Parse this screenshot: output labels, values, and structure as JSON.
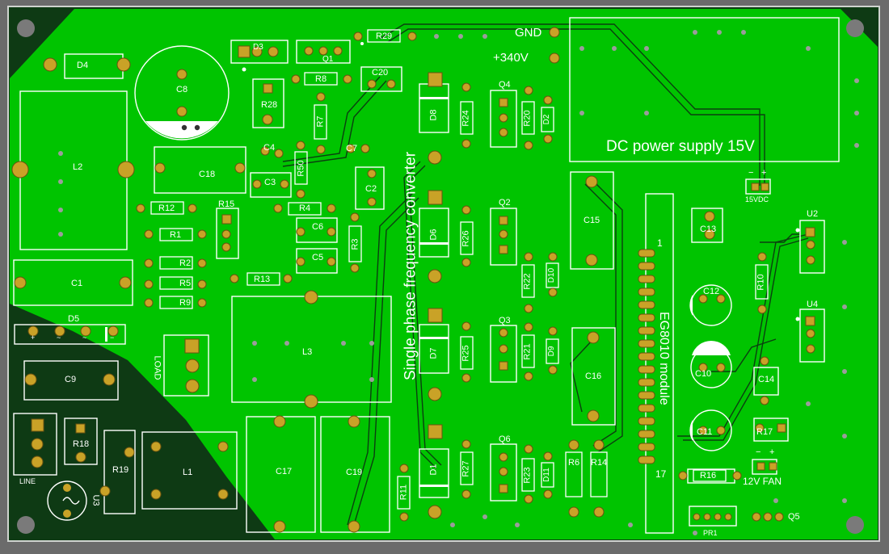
{
  "colors": {
    "board_bg": "#6b6b6b",
    "copper_pour": "#00c400",
    "substrate_dark": "#0e3a14",
    "silkscreen": "#ffffff",
    "pad_gold": "#c9a227",
    "mount_hole": "#7a7a7a"
  },
  "titles": {
    "converter": "Single phase frequency converter",
    "dc_supply": "DC power supply 15V",
    "module": "EG8010 module",
    "module_pin1": "1",
    "module_pin17": "17"
  },
  "nets": {
    "gnd": "GND",
    "hv": "+340V",
    "vdc": "15VDC",
    "fan": "12V FAN",
    "load": "LOAD",
    "line": "LINE",
    "minus": "−",
    "plus": "+"
  },
  "components": {
    "D4": "D4",
    "C8": "C8",
    "D3": "D3",
    "Q1": "Q1",
    "R29": "R29",
    "R8": "R8",
    "C20": "C20",
    "R28": "R28",
    "R7": "R7",
    "C4": "C4",
    "R50": "R50",
    "C7": "C7",
    "C2": "C2",
    "C3": "C3",
    "L2": "L2",
    "C18": "C18",
    "R12": "R12",
    "R15": "R15",
    "R4": "R4",
    "C6": "C6",
    "C5": "C5",
    "R3": "R3",
    "R1": "R1",
    "R2": "R2",
    "R5": "R5",
    "R9": "R9",
    "R13": "R13",
    "C1": "C1",
    "D5": "D5",
    "C9": "C9",
    "L3": "L3",
    "R18": "R18",
    "R19": "R19",
    "L1": "L1",
    "U3": "U3",
    "C17": "C17",
    "C19": "C19",
    "R11": "R11",
    "D8": "D8",
    "D6": "D6",
    "D7": "D7",
    "D1": "D1",
    "R24": "R24",
    "R26": "R26",
    "R25": "R25",
    "R27": "R27",
    "Q4": "Q4",
    "Q2": "Q2",
    "Q3": "Q3",
    "Q6": "Q6",
    "R20": "R20",
    "D2": "D2",
    "R22": "R22",
    "D10": "D10",
    "R21": "R21",
    "D9": "D9",
    "R23": "R23",
    "D11": "D11",
    "R6": "R6",
    "R14": "R14",
    "C15": "C15",
    "C16": "C16",
    "C13": "C13",
    "C12": "C12",
    "R10": "R10",
    "U2": "U2",
    "U4": "U4",
    "C10": "C10",
    "C14": "C14",
    "C11": "C11",
    "R17": "R17",
    "R16": "R16",
    "PR1": "PR1",
    "Q5": "Q5"
  },
  "d5_pins": [
    "+",
    "~",
    "~",
    "−"
  ]
}
